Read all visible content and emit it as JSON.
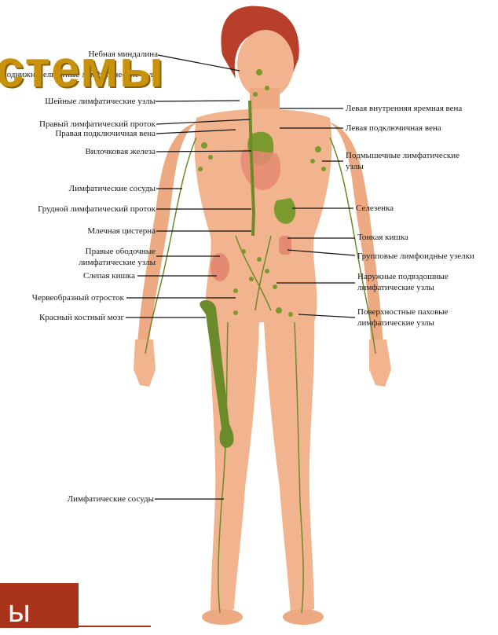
{
  "overlay_title": "стемы",
  "corner_text": "ы",
  "labels_left": [
    "Небная миндалина",
    "Поднижнечелюстные лимфатические узлы",
    "Шейные лимфатические узлы",
    "Правый лимфатический проток",
    "Правая подключичная вена",
    "Вилочковая железа",
    "Лимфатические сосуды",
    "Грудной лимфатический проток",
    "Млечная цистерна",
    "Правые ободочные",
    "лимфатические узлы",
    "Слепая кишка",
    "Червеобразный отросток",
    "Красный костный мозг",
    "Лимфатические сосуды"
  ],
  "labels_right": [
    "Левая внутренняя яремная вена",
    "Левая подключичная вена",
    "Подмышечные лимфатические",
    "узлы",
    "Селезенка",
    "Тонкая кишка",
    "Групповые лимфоидные узелки",
    "Наружные подвздошные",
    "лимфатические узлы",
    "Поверхностные паховые",
    "лимфатические узлы"
  ],
  "colors": {
    "skin": "#f2b48e",
    "skin_shade": "#e79a72",
    "lymph": "#6b8a2a",
    "hair": "#b8402a",
    "title": "#c8920a",
    "accent_block": "#a8321a"
  }
}
